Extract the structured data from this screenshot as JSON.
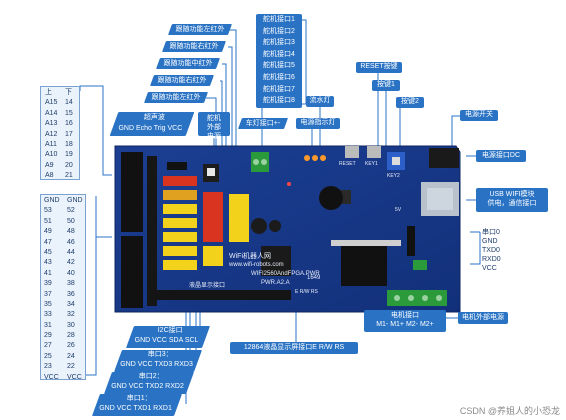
{
  "top_labels": {
    "follow": [
      "跟随功能左红外",
      "跟随功能右红外",
      "跟随功能中红外",
      "跟随功能右红外",
      "跟随功能左红外"
    ],
    "servo": [
      "舵机接口1",
      "舵机接口2",
      "舵机接口3",
      "舵机接口4",
      "舵机接口5",
      "舵机接口6",
      "舵机接口7",
      "舵机接口8"
    ],
    "servo_power": "舵机外部电源",
    "car_light": "车灯接口+-",
    "water_lamp": "流水灯",
    "power_led": "电源指示灯",
    "reset": "RESET按键",
    "key1": "按键1",
    "key2": "按键2",
    "power_switch": "电源开关"
  },
  "left": {
    "ultra_header": [
      "上",
      "下"
    ],
    "ultra_rows": [
      [
        "A15",
        "14"
      ],
      [
        "A14",
        "15"
      ],
      [
        "A13",
        "16"
      ],
      [
        "A12",
        "17"
      ],
      [
        "A11",
        "18"
      ],
      [
        "A10",
        "19"
      ],
      [
        "A9",
        "20"
      ],
      [
        "A8",
        "21"
      ]
    ],
    "ultrasonic_title": "超声波",
    "ultrasonic_pins": "GND Echo Trig VCC",
    "pin_rows": [
      [
        "GND",
        "GND"
      ],
      [
        "53",
        "52"
      ],
      [
        "51",
        "50"
      ],
      [
        "49",
        "48"
      ],
      [
        "47",
        "46"
      ],
      [
        "45",
        "44"
      ],
      [
        "43",
        "42"
      ],
      [
        "41",
        "40"
      ],
      [
        "39",
        "38"
      ],
      [
        "37",
        "36"
      ],
      [
        "35",
        "34"
      ],
      [
        "33",
        "32"
      ],
      [
        "31",
        "30"
      ],
      [
        "29",
        "28"
      ],
      [
        "27",
        "26"
      ],
      [
        "25",
        "24"
      ],
      [
        "23",
        "22"
      ],
      [
        "VCC",
        "VCC"
      ]
    ]
  },
  "bottom_left": {
    "i2c_title": "I2C接口",
    "i2c_pins": "GND VCC SDA SCL",
    "uart3_title": "串口3：",
    "uart3_pins": "GND VCC TXD3 RXD3",
    "uart2_title": "串口2：",
    "uart2_pins": "GND VCC TXD2 RXD2",
    "uart1_title": "串口1：",
    "uart1_pins": "GND VCC TXD1 RXD1"
  },
  "lcd_label": "12864液晶显示屏接口E R/W RS",
  "right": {
    "dc_power": "电源接口DC",
    "usb_wifi": [
      "USB WIFI模块",
      "供电，通信接口"
    ],
    "uart0": [
      "串口0",
      "GND",
      "TXD0",
      "RXD0",
      "VCC"
    ],
    "motor_power": "电机外部电源",
    "motor_iface_title": "电机接口",
    "motor_iface_pins": "M1- M1+ M2- M2+"
  },
  "board": {
    "title": "WiFi机器人网",
    "url": "www.wifi-robots.com",
    "model": "WIFI2560AndFPGA.PWR",
    "version": "PWR.A2.A",
    "lcd_text": "液晶显示接口",
    "reset_txt": "RESET",
    "key1_txt": "KEY1",
    "key2_txt": "KEY2",
    "sv_txt": "5V",
    "num_txt": "1649",
    "rs_txt": "E R/W RS"
  },
  "watermark": "CSDN @养姐人的小恐龙"
}
